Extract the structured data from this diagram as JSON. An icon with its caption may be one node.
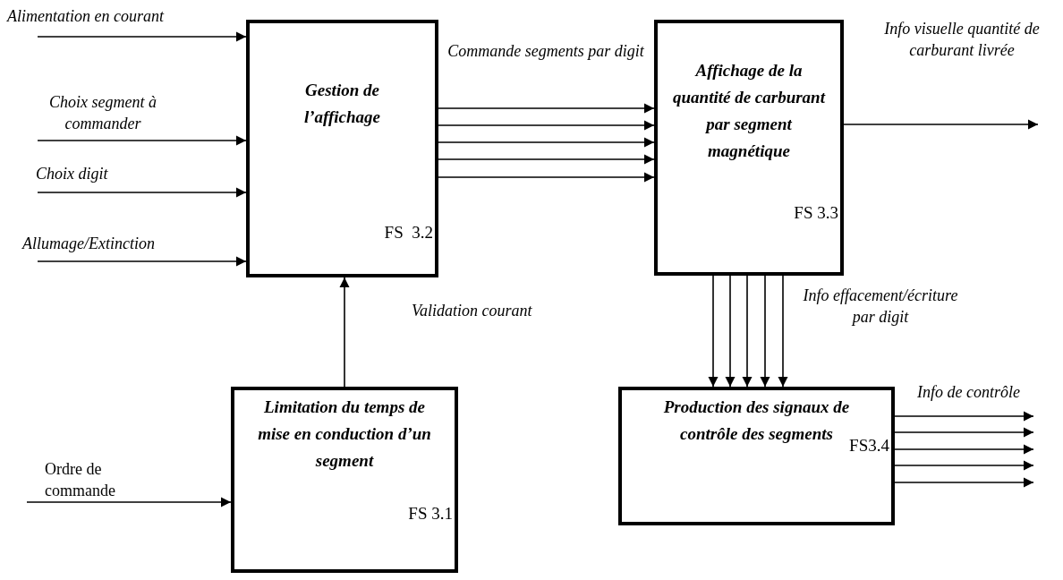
{
  "diagram": {
    "nodes": [
      {
        "text": [
          "Gestion de l’affichage",
          "FS  3.2"
        ]
      },
      {
        "text": [
          "Affichage de la quantité de carburant par segment magnétique",
          "FS 3.3"
        ]
      },
      {
        "text": [
          "Production des signaux de contrôle des segments",
          "FS3.4"
        ]
      },
      {
        "text": [
          "Limitation du temps de mise en conduction d’un segment",
          "FS 3.1"
        ]
      }
    ],
    "edges": [
      {
        "from": null,
        "to": 0,
        "arrow": "to",
        "label": "Alimentation en courant"
      },
      {
        "from": null,
        "to": 0,
        "arrow": "to",
        "label": "Choix segment à commander"
      },
      {
        "from": null,
        "to": 0,
        "arrow": "to",
        "label": "Choix digit"
      },
      {
        "from": null,
        "to": 0,
        "arrow": "to",
        "label": "Allumage/Extinction"
      },
      {
        "from": 0,
        "to": 1,
        "arrow": "to",
        "label": "Commande segments par digit"
      },
      {
        "from": 0,
        "to": 1,
        "arrow": "to"
      },
      {
        "from": 0,
        "to": 1,
        "arrow": "to"
      },
      {
        "from": 0,
        "to": 1,
        "arrow": "to"
      },
      {
        "from": 0,
        "to": 1,
        "arrow": "to"
      },
      {
        "from": 1,
        "to": null,
        "arrow": "to",
        "label": "Info visuelle quantité de carburant livrée"
      },
      {
        "from": 3,
        "to": 0,
        "arrow": "to",
        "label": "Validation courant"
      },
      {
        "from": 1,
        "to": 2,
        "arrow": "to"
      },
      {
        "from": 1,
        "to": 2,
        "arrow": "to"
      },
      {
        "from": 1,
        "to": 2,
        "arrow": "to"
      },
      {
        "from": 1,
        "to": 2,
        "arrow": "to"
      },
      {
        "from": 1,
        "to": 2,
        "arrow": "to",
        "label": "Info effacement/écriture par digit"
      },
      {
        "from": 2,
        "to": null,
        "arrow": "to",
        "label": "Info de contrôle"
      },
      {
        "from": 2,
        "to": null,
        "arrow": "to"
      },
      {
        "from": 2,
        "to": null,
        "arrow": "to"
      },
      {
        "from": 2,
        "to": null,
        "arrow": "to"
      },
      {
        "from": 2,
        "to": null,
        "arrow": "to"
      },
      {
        "from": null,
        "to": 3,
        "arrow": "to",
        "label": "Ordre de commande"
      }
    ]
  }
}
